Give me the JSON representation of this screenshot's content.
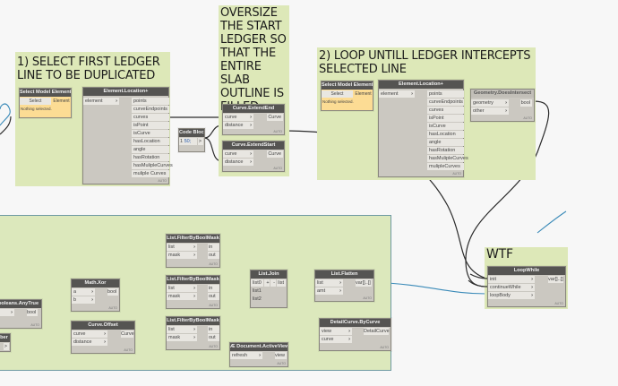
{
  "groups": {
    "g1_title": "1) SELECT FIRST LEDGER LINE TO BE DUPLICATED",
    "g2_title": "OVERSIZE THE START LEDGER SO THAT THE ENTIRE SLAB OUTLINE IS FILLED",
    "g3_title": "2) LOOP UNTILL LEDGER INTERCEPTS SELECTED LINE",
    "g4_title": "WTF"
  },
  "nodes": {
    "select1": {
      "title": "Select Model Element",
      "button": "Select",
      "output": "Element",
      "status": "Nothing selected."
    },
    "location1": {
      "title": "Element.Location+",
      "input": "element",
      "outputs": [
        "points",
        "curveEndpoints",
        "curves",
        "isPoint",
        "isCurve",
        "hasLocation",
        "angle",
        "hasRotation",
        "hasMulipleCurves",
        "muliple Curves"
      ],
      "footer": "AUTO"
    },
    "codeblock": {
      "title": "Code Block",
      "line_no": "1",
      "code": "50;",
      "out": ">"
    },
    "extendEnd": {
      "title": "Curve.ExtendEnd",
      "inputs": [
        "curve",
        "distance"
      ],
      "output": "Curve",
      "footer": "AUTO"
    },
    "extendStart": {
      "title": "Curve.ExtendStart",
      "inputs": [
        "curve",
        "distance"
      ],
      "output": "Curve",
      "footer": "AUTO"
    },
    "select2": {
      "title": "Select Model Element",
      "button": "Select",
      "output": "Element",
      "status": "Nothing selected."
    },
    "location2": {
      "title": "Element.Location+",
      "input": "element",
      "outputs": [
        "points",
        "curveEndpoints",
        "curves",
        "isPoint",
        "isCurve",
        "hasLocation",
        "angle",
        "hasRotation",
        "hasMulipleCurves",
        "mulipleCurves"
      ],
      "footer": "AUTO"
    },
    "intersect": {
      "title": "Geometry.DoesIntersect",
      "inputs": [
        "geometry",
        "other"
      ],
      "output": "bool",
      "footer": "AUTO"
    },
    "filter1": {
      "title": "List.FilterByBoolMask",
      "inputs": [
        "list",
        "mask"
      ],
      "outputs": [
        "in",
        "out"
      ],
      "footer": "AUTO"
    },
    "filter2": {
      "title": "List.FilterByBoolMask",
      "inputs": [
        "list",
        "mask"
      ],
      "outputs": [
        "in",
        "out"
      ],
      "footer": "AUTO"
    },
    "filter3": {
      "title": "List.FilterByBoolMask",
      "inputs": [
        "list",
        "mask"
      ],
      "outputs": [
        "in",
        "out"
      ],
      "footer": "AUTO"
    },
    "xor": {
      "title": "Math.Xor",
      "inputs": [
        "a",
        "b"
      ],
      "output": "bool",
      "footer": "AUTO"
    },
    "anytrue": {
      "title": "ooleans.AnyTrue",
      "output": "bool",
      "footer": "AUTO"
    },
    "number": {
      "title": "ber",
      "out": ">"
    },
    "offset": {
      "title": "Curve.Offset",
      "inputs": [
        "curve",
        "distance"
      ],
      "output": "Curve",
      "footer": "AUTO"
    },
    "join": {
      "title": "List.Join",
      "inputs": [
        "list0",
        "list1",
        "list2"
      ],
      "plus": "+",
      "minus": "-",
      "output": "list"
    },
    "flatten": {
      "title": "List.Flatten",
      "inputs": [
        "list",
        "amt"
      ],
      "output": "var[]..[]",
      "footer": "AUTO"
    },
    "detail": {
      "title": "DetailCurve.ByCurve",
      "inputs": [
        "view",
        "curve"
      ],
      "output": "DetailCurve",
      "footer": "AUTO"
    },
    "activeview": {
      "title": "Æ Document.ActiveView",
      "input": "refresh",
      "output": "view",
      "footer": "AUTO"
    },
    "loopwhile": {
      "title": "LoopWhile",
      "inputs": [
        "init",
        "continueWhile",
        "loopBody"
      ],
      "output": "var[]..[]",
      "footer": "AUTO"
    }
  },
  "colors": {
    "group_green": "#dde8b8",
    "node_header": "#555452",
    "node_body": "#cbc8c1",
    "select_body": "#fcdc94",
    "wire_dark": "#2b2b2b",
    "wire_blue": "#3a8ab8",
    "canvas": "#f7f7f7"
  }
}
